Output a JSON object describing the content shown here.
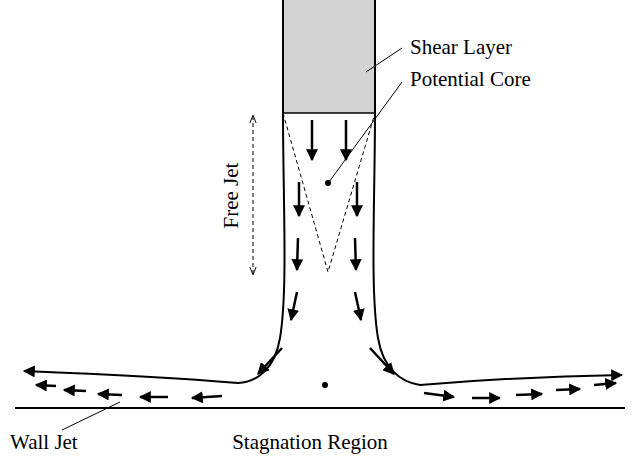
{
  "diagram": {
    "labels": [
      "Free Jet",
      "Shear Layer",
      "Potential Core",
      "Wall Jet",
      "Stagnation Region"
    ]
  }
}
